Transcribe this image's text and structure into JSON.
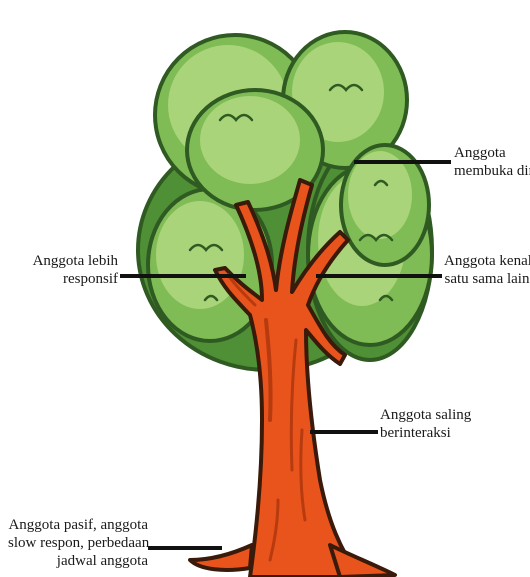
{
  "diagram": {
    "labels": {
      "open_up": [
        "Anggota",
        "membuka diri"
      ],
      "responsive": [
        "Anggota lebih",
        "responsif"
      ],
      "know_each_other": [
        "Anggota kenal",
        "satu sama lain"
      ],
      "interact": [
        "Anggota saling",
        "berinteraksi"
      ],
      "passive": [
        "Anggota pasif, anggota",
        "slow respon, perbedaan",
        "jadwal anggota"
      ]
    },
    "colors": {
      "foliage_light": "#a9d479",
      "foliage_mid": "#7fbc55",
      "foliage_dark": "#4f8f35",
      "foliage_outline": "#2f5a22",
      "trunk": "#e8541c",
      "trunk_dark": "#b83a0f",
      "trunk_outline": "#3a1a0a",
      "pointer_line": "#111111"
    }
  }
}
